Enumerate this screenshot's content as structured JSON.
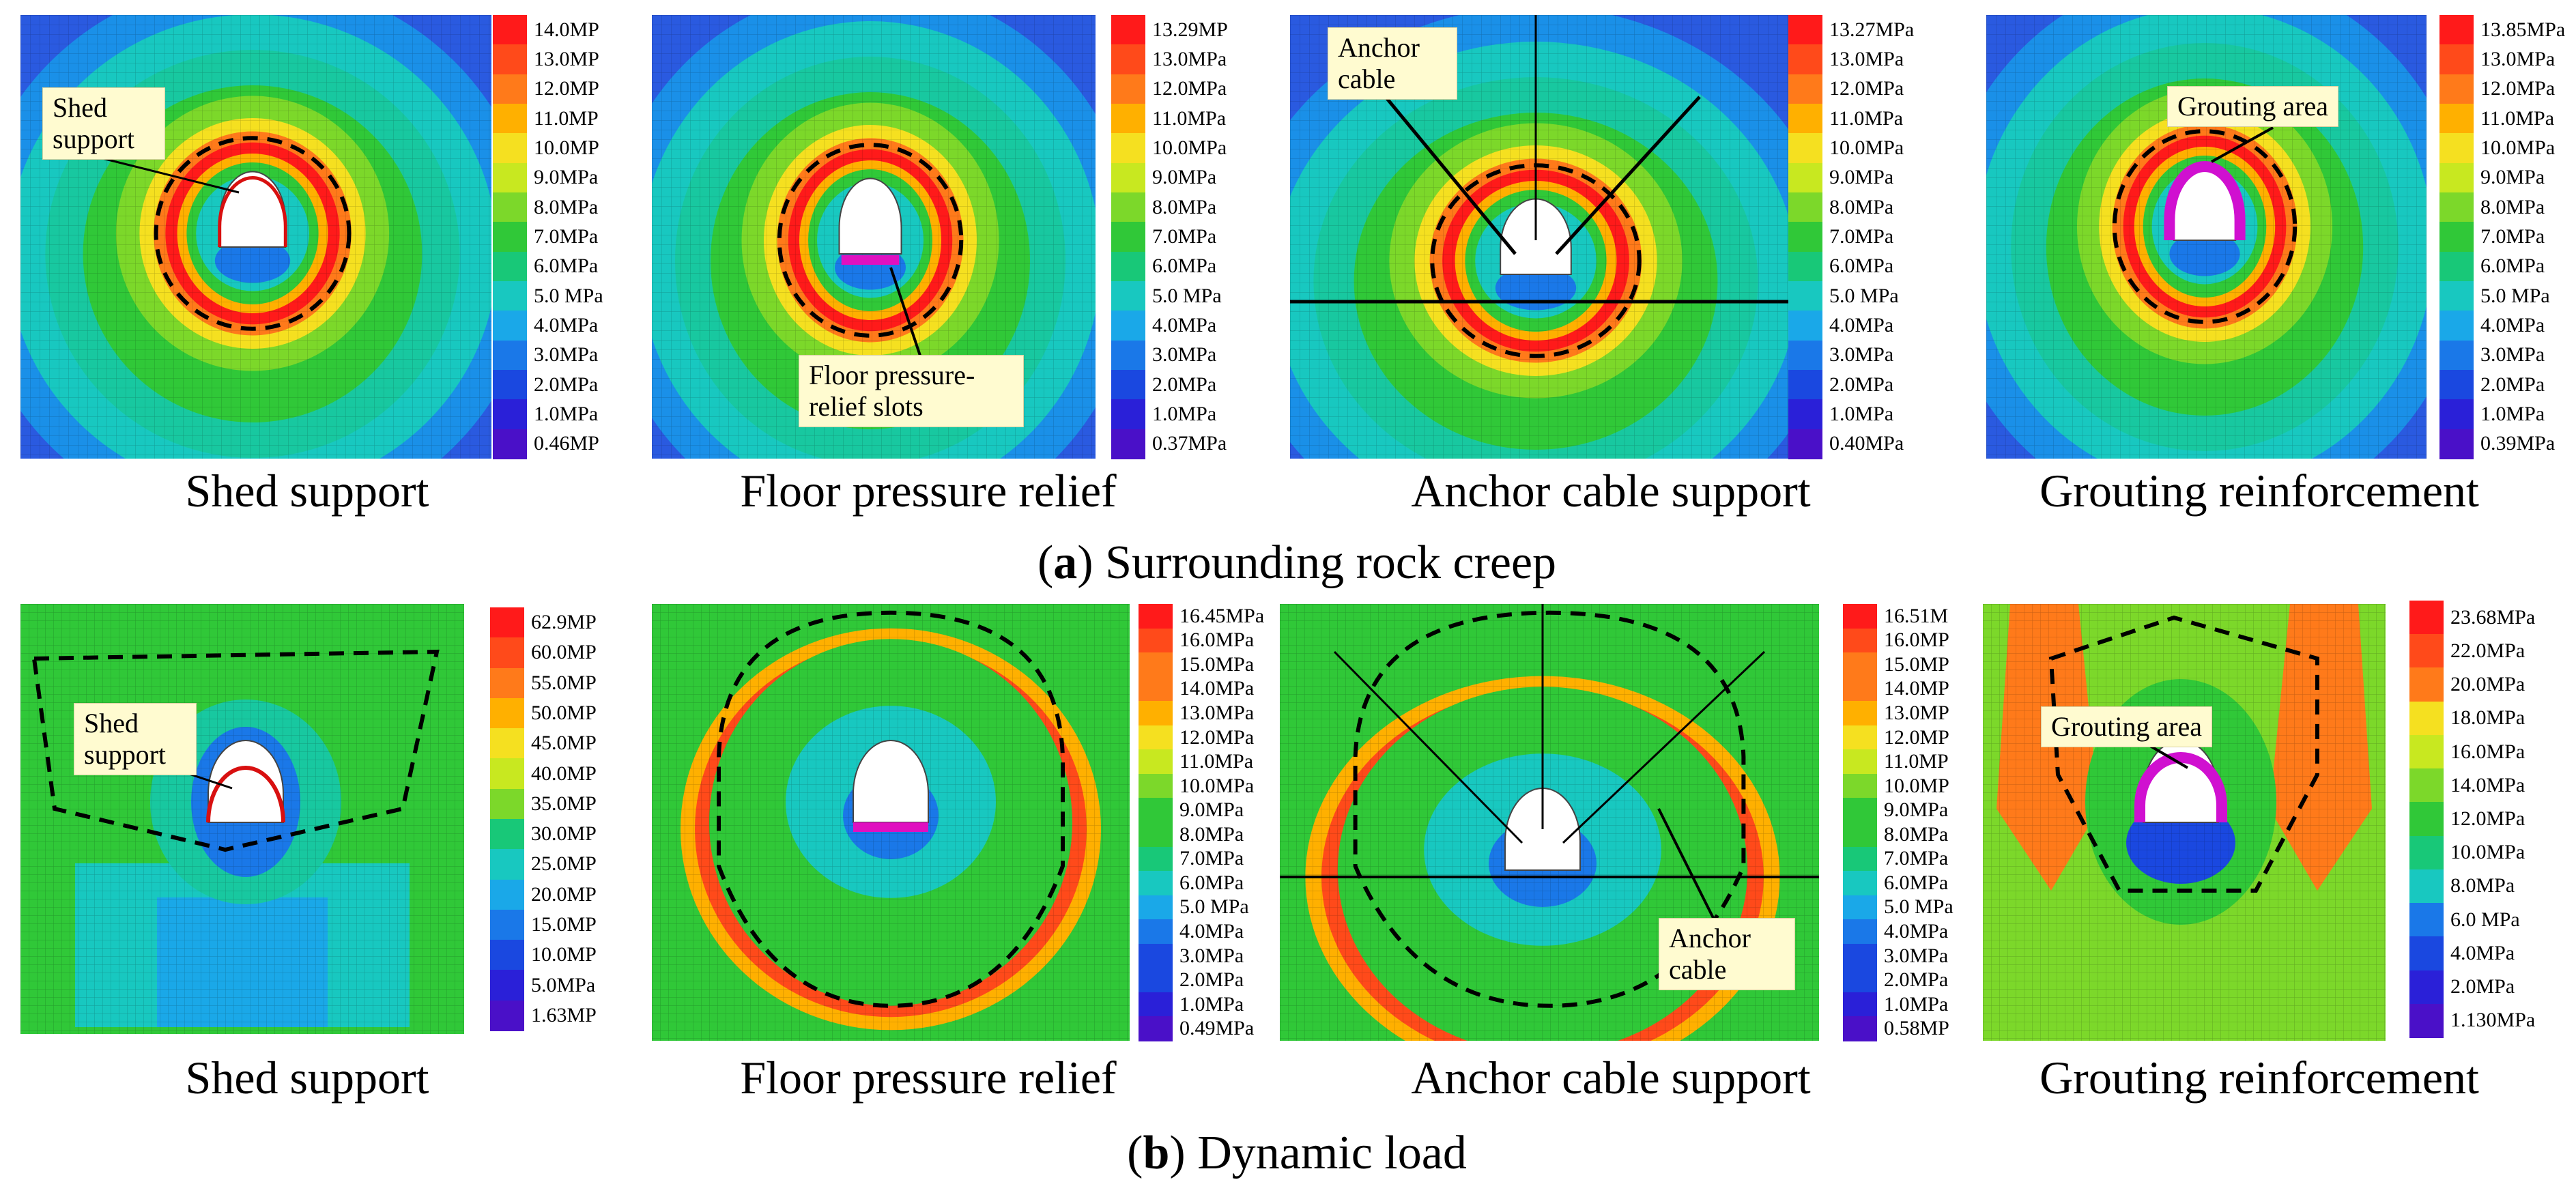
{
  "rows": [
    {
      "letter": "a",
      "title": "Surrounding rock creep",
      "panels": [
        {
          "caption": "Shed support",
          "callouts": [
            "Shed support"
          ],
          "legend": [
            "14.0MP",
            "13.0MP",
            "12.0MP",
            "11.0MP",
            "10.0MP",
            "9.0MPa",
            "8.0MPa",
            "7.0MPa",
            "6.0MPa",
            "5.0 MPa",
            "4.0MPa",
            "3.0MPa",
            "2.0MPa",
            "1.0MPa",
            "0.46MP"
          ]
        },
        {
          "caption": "Floor pressure relief",
          "callouts": [
            "Floor pressure-relief slots"
          ],
          "legend": [
            "13.29MP",
            "13.0MPa",
            "12.0MPa",
            "11.0MPa",
            "10.0MPa",
            "9.0MPa",
            "8.0MPa",
            "7.0MPa",
            "6.0MPa",
            "5.0 MPa",
            "4.0MPa",
            "3.0MPa",
            "2.0MPa",
            "1.0MPa",
            "0.37MPa"
          ]
        },
        {
          "caption": "Anchor cable support",
          "callouts": [
            "Anchor cable"
          ],
          "legend": [
            "13.27MPa",
            "13.0MPa",
            "12.0MPa",
            "11.0MPa",
            "10.0MPa",
            "9.0MPa",
            "8.0MPa",
            "7.0MPa",
            "6.0MPa",
            "5.0 MPa",
            "4.0MPa",
            "3.0MPa",
            "2.0MPa",
            "1.0MPa",
            "0.40MPa"
          ]
        },
        {
          "caption": "Grouting reinforcement",
          "callouts": [
            "Grouting area"
          ],
          "legend": [
            "13.85MPa",
            "13.0MPa",
            "12.0MPa",
            "11.0MPa",
            "10.0MPa",
            "9.0MPa",
            "8.0MPa",
            "7.0MPa",
            "6.0MPa",
            "5.0 MPa",
            "4.0MPa",
            "3.0MPa",
            "2.0MPa",
            "1.0MPa",
            "0.39MPa"
          ]
        }
      ]
    },
    {
      "letter": "b",
      "title": "Dynamic load",
      "panels": [
        {
          "caption": "Shed support",
          "callouts": [
            "Shed support"
          ],
          "legend": [
            "62.9MP",
            "60.0MP",
            "55.0MP",
            "50.0MP",
            "45.0MP",
            "40.0MP",
            "35.0MP",
            "30.0MP",
            "25.0MP",
            "20.0MP",
            "15.0MP",
            "10.0MP",
            "5.0MPa",
            "1.63MP"
          ]
        },
        {
          "caption": "Floor pressure relief",
          "callouts": [],
          "legend": [
            "16.45MPa",
            "16.0MPa",
            "15.0MPa",
            "14.0MPa",
            "13.0MPa",
            "12.0MPa",
            "11.0MPa",
            "10.0MPa",
            "9.0MPa",
            "8.0MPa",
            "7.0MPa",
            "6.0MPa",
            "5.0 MPa",
            "4.0MPa",
            "3.0MPa",
            "2.0MPa",
            "1.0MPa",
            "0.49MPa"
          ]
        },
        {
          "caption": "Anchor cable support",
          "callouts": [
            "Anchor cable"
          ],
          "legend": [
            "16.51M",
            "16.0MP",
            "15.0MP",
            "14.0MP",
            "13.0MP",
            "12.0MP",
            "11.0MP",
            "10.0MP",
            "9.0MPa",
            "8.0MPa",
            "7.0MPa",
            "6.0MPa",
            "5.0 MPa",
            "4.0MPa",
            "3.0MPa",
            "2.0MPa",
            "1.0MPa",
            "0.58MP"
          ]
        },
        {
          "caption": "Grouting reinforcement",
          "callouts": [
            "Grouting area"
          ],
          "legend": [
            "23.68MPa",
            "22.0MPa",
            "20.0MPa",
            "18.0MPa",
            "16.0MPa",
            "14.0MPa",
            "12.0MPa",
            "10.0MPa",
            "8.0MPa",
            "6.0 MPa",
            "4.0MPa",
            "2.0MPa",
            "1.130MPa"
          ]
        }
      ]
    }
  ],
  "palette": [
    "#ff1a1a",
    "#ff4a1a",
    "#ff7a1a",
    "#ffb000",
    "#f5e020",
    "#c8e820",
    "#7cd82a",
    "#30c838",
    "#18c878",
    "#18c8c0",
    "#1aa8e8",
    "#1a78e8",
    "#1a48e0",
    "#2a20d8",
    "#4a10c8"
  ],
  "colors": {
    "contour_outline": "#000000",
    "support_arc": "#d81010",
    "slot_fill": "#e010c0",
    "grout_fill": "#d010d0",
    "tunnel_fill": "#ffffff"
  }
}
